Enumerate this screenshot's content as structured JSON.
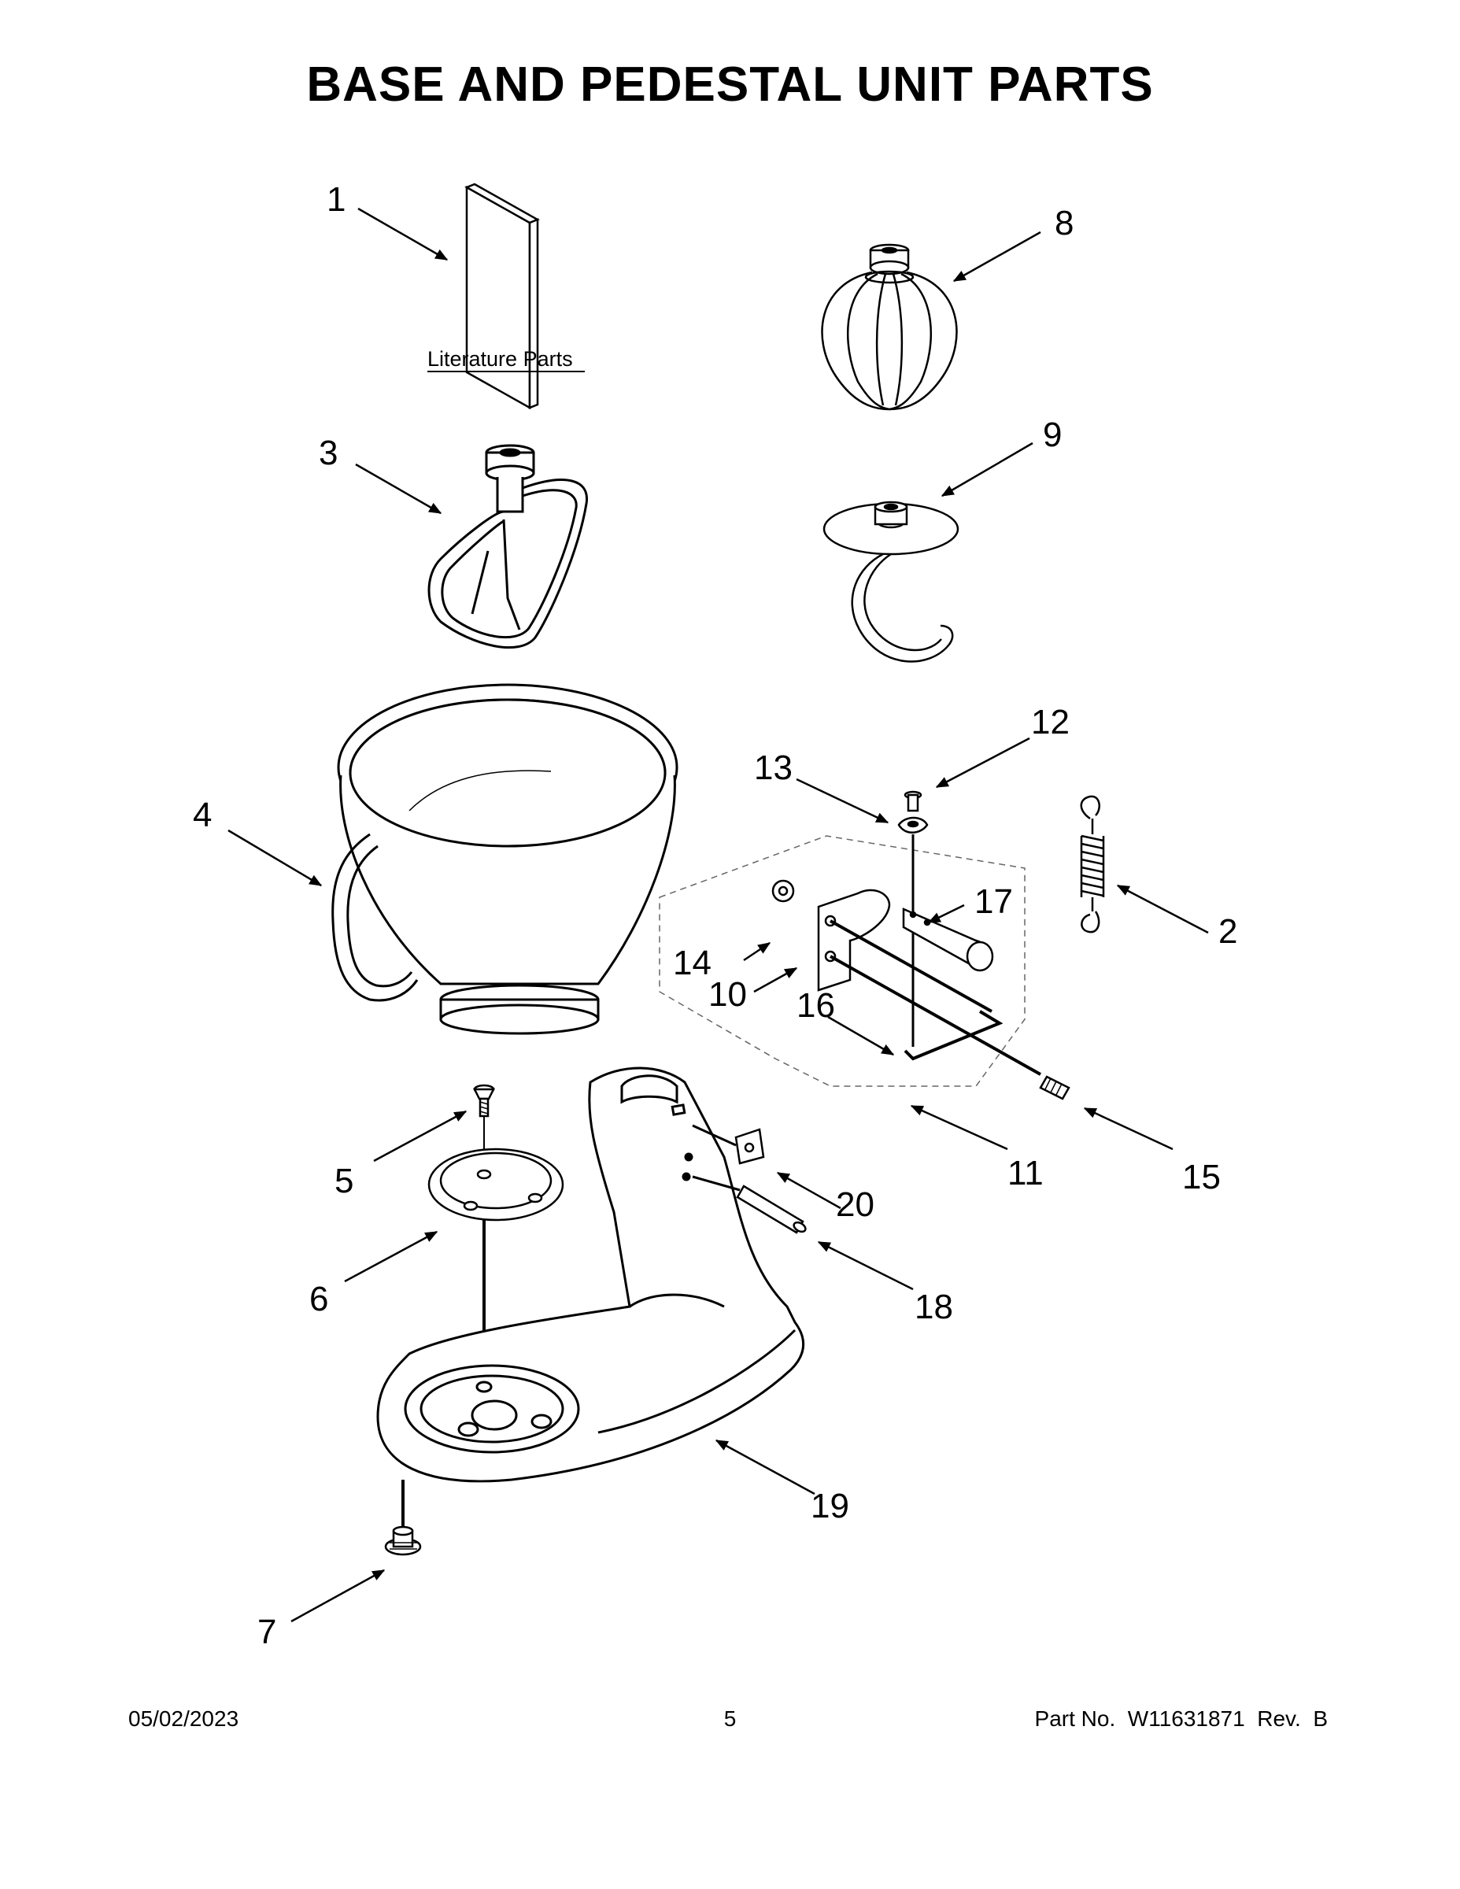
{
  "page": {
    "title": "BASE AND PEDESTAL UNIT PARTS"
  },
  "labels": {
    "literature": "Literature Parts"
  },
  "callouts": [
    "1",
    "2",
    "3",
    "4",
    "5",
    "6",
    "7",
    "8",
    "9",
    "10",
    "11",
    "12",
    "13",
    "14",
    "15",
    "16",
    "17",
    "18",
    "19",
    "20"
  ],
  "footer": {
    "date": "05/02/2023",
    "page": "5",
    "part": "Part No.  W11631871  Rev.  B"
  }
}
